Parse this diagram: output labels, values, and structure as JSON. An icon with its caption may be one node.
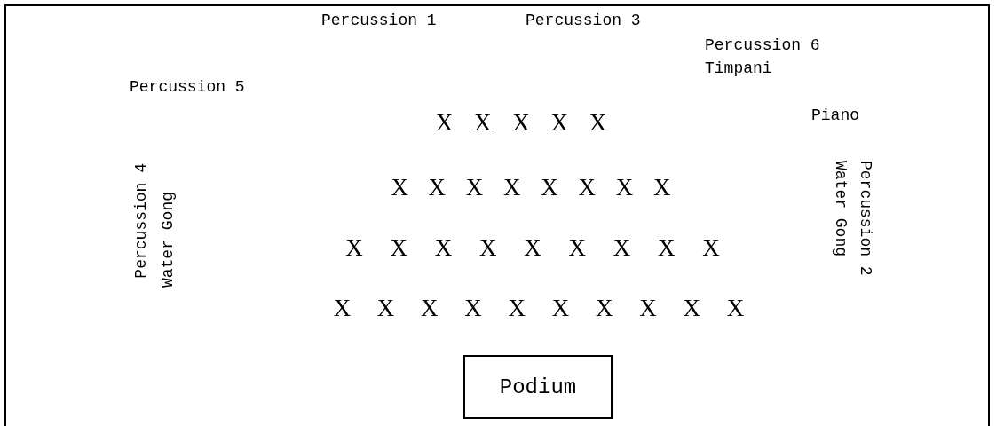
{
  "diagram": {
    "nodes": [
      {
        "text": [
          "Podium"
        ]
      }
    ],
    "labels": [
      "Percussion 1",
      "Percussion 3",
      "Percussion 6",
      "Timpani",
      "Percussion 5",
      "X X X X X",
      "Piano",
      "Percussion 4",
      "Water Gong",
      "X X X X X X X X",
      "Water Gong",
      "Percussion 2",
      "X X X X X X X X X",
      "X X X X X X X X X X"
    ]
  }
}
